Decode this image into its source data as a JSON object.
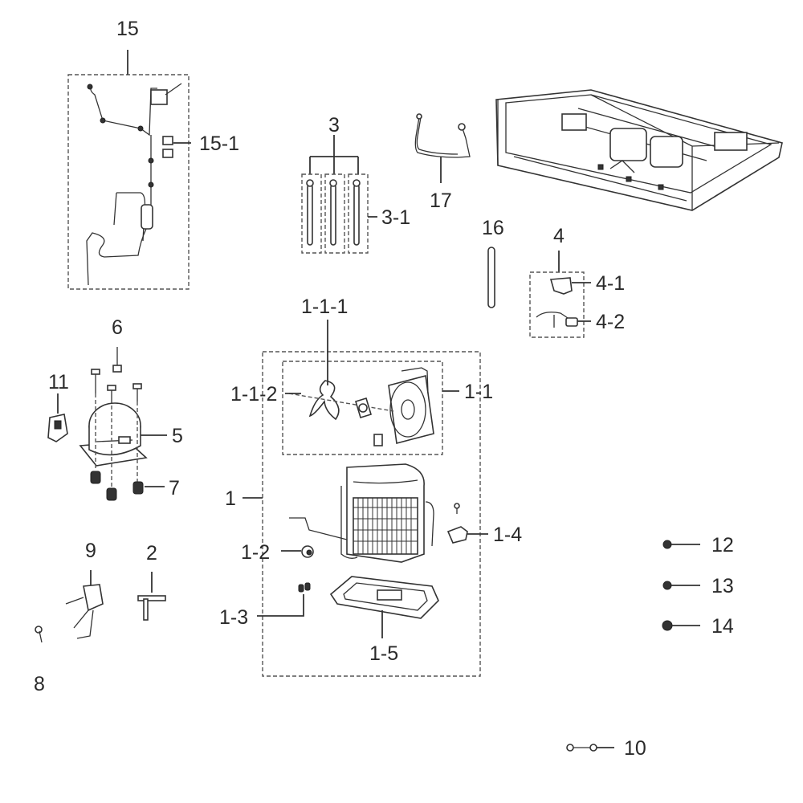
{
  "labels": {
    "l15": "15",
    "l15_1": "15-1",
    "l3": "3",
    "l3_1": "3-1",
    "l17": "17",
    "l16": "16",
    "l4": "4",
    "l4_1": "4-1",
    "l4_2": "4-2",
    "l6": "6",
    "l11": "11",
    "l5": "5",
    "l7": "7",
    "l1_1_1": "1-1-1",
    "l1_1_2": "1-1-2",
    "l1_1": "1-1",
    "l1": "1",
    "l1_2": "1-2",
    "l1_3": "1-3",
    "l1_4": "1-4",
    "l1_5": "1-5",
    "l9": "9",
    "l2": "2",
    "l8": "8",
    "l12": "12",
    "l13": "13",
    "l14": "14",
    "l10": "10"
  }
}
